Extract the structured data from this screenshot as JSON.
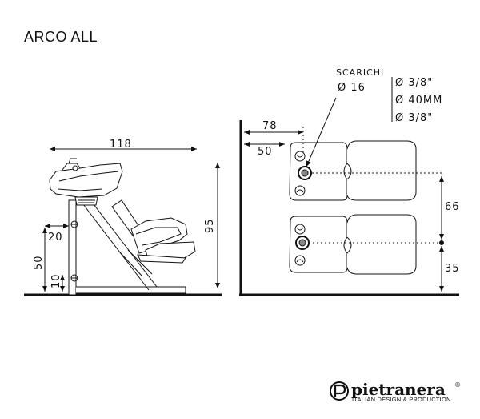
{
  "title": "ARCO ALL",
  "side_view": {
    "width_total": "118",
    "height_total": "95",
    "dim_20": "20",
    "dim_50": "50",
    "dim_10": "10"
  },
  "top_view": {
    "dim_78": "78",
    "dim_50": "50",
    "dim_66": "66",
    "dim_35": "35",
    "drains_label": "SCARICHI",
    "drain_diameter": "Ø 16",
    "specs": [
      "Ø 3/8\"",
      "Ø 40MM",
      "Ø 3/8\""
    ]
  },
  "brand": {
    "name": "pietranera",
    "registered": "®",
    "tagline": "ITALIAN DESIGN & PRODUCTION"
  }
}
